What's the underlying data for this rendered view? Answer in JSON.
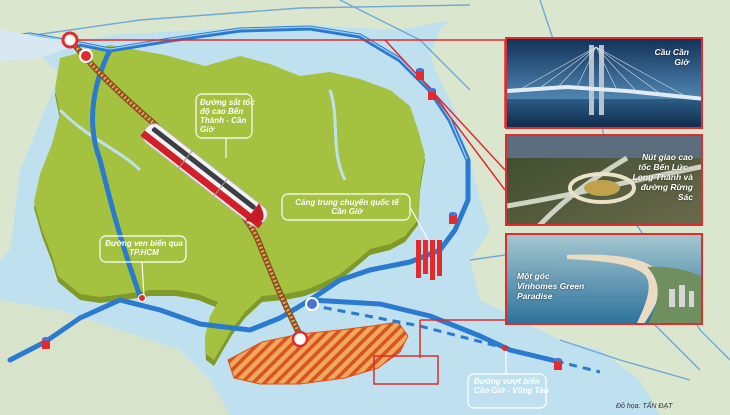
{
  "labels": {
    "highspeed_rail": "Đường sắt tốc độ cao Bến Thành - Cần Giờ",
    "transshipment_port": "Cảng trung chuyển quốc tế Cần Giờ",
    "coastal_road": "Đường ven biển qua TP.HCM",
    "sea_bridge": "Đường vượt biển Cần Giờ - Vũng Tàu"
  },
  "panels": {
    "bridge": "Cầu Cần Giờ",
    "interchange": "Nút giao cao tốc Bến Lức - Long Thành và đường Rừng Sác",
    "resort": "Một góc Vinhomes Green Paradise"
  },
  "credit": "Đồ họa: TẤN ĐẠT",
  "colors": {
    "land": "#a4c23f",
    "land_shadow": "#7f9a28",
    "water": "#bfe0ef",
    "road": "#2a7ad0",
    "accent": "#e12b2d",
    "rail_track": "#c4793c"
  }
}
